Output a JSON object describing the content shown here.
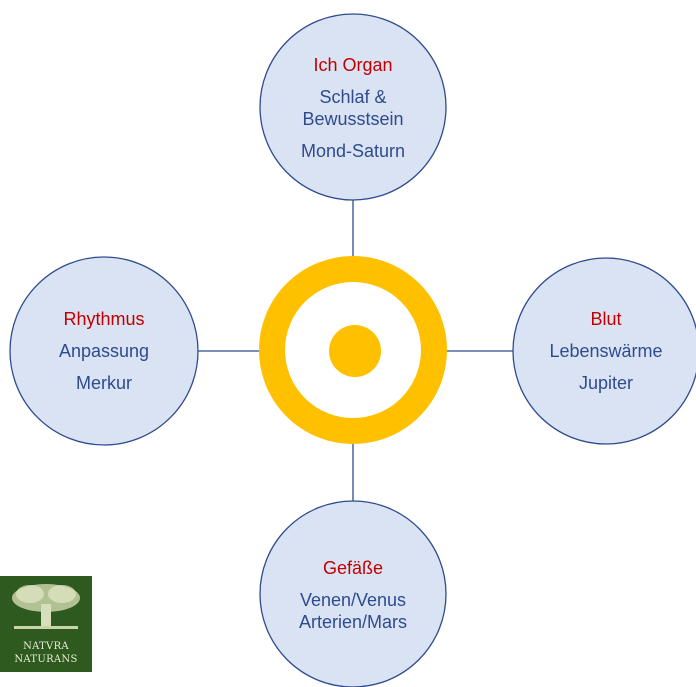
{
  "nodes": {
    "top": {
      "title": "Ich Organ",
      "line1": "Schlaf &",
      "line2": "Bewusstsein",
      "line3": "Mond-Saturn"
    },
    "left": {
      "title": "Rhythmus",
      "line1": "Anpassung",
      "line2": "Merkur"
    },
    "right": {
      "title": "Blut",
      "line1": "Lebenswärme",
      "line2": "Jupiter"
    },
    "bottom": {
      "title": "Gefäße",
      "line1": "Venen/Venus",
      "line2": "Arterien/Mars"
    }
  },
  "logo": {
    "line1": "NATVRA",
    "line2": "NATURANS"
  },
  "colors": {
    "circle_fill": "#DAE3F3",
    "circle_stroke": "#2F4B8F",
    "title": "#C00000",
    "text": "#2F4B8F",
    "center_ring": "#FFC000",
    "logo_bg": "#2F5A1F"
  }
}
